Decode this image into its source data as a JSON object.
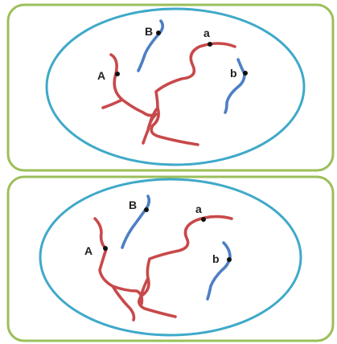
{
  "panels": [
    {
      "labels": {
        "A": "A",
        "B": "B",
        "a": "a",
        "b": "b"
      }
    },
    {
      "labels": {
        "A": "A",
        "B": "B",
        "a": "a",
        "b": "b"
      }
    }
  ],
  "colors": {
    "frame": "#9cbf5a",
    "cell": "#3fa9c9",
    "chromosome_red": "#c8494a",
    "chromosome_blue": "#4d7fc4"
  }
}
